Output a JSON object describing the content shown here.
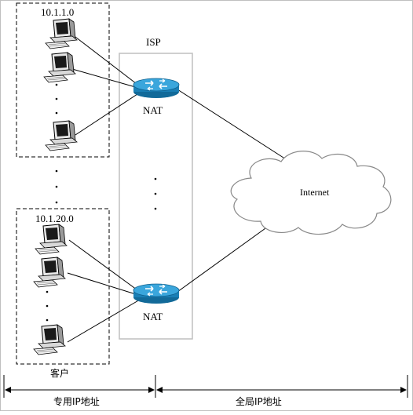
{
  "diagram": {
    "subnets": [
      {
        "label": "10.1.1.0"
      },
      {
        "label": "10.1.20.0"
      }
    ],
    "isp_label": "ISP",
    "nat_top_label": "NAT",
    "nat_bottom_label": "NAT",
    "internet_label": "Internet",
    "client_label": "客户",
    "bottom_axis": {
      "left_label": "专用IP地址",
      "right_label": "全局IP地址"
    },
    "colors": {
      "router": "#1f8fc8",
      "router_dark": "#126a99",
      "box_gray": "#bfbfbf",
      "line": "#000000"
    }
  }
}
